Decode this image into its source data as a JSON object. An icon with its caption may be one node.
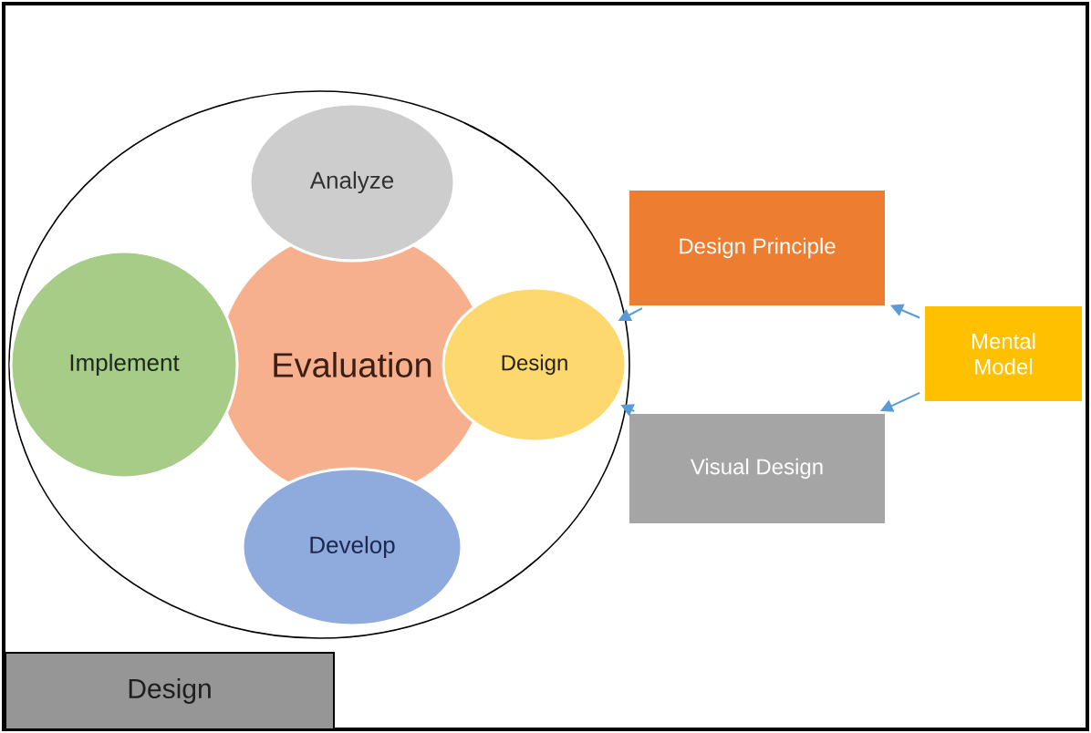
{
  "diagram": {
    "nodes": [
      {
        "text": [],
        "shape": "circle"
      },
      {
        "text": [
          "Evaluation"
        ],
        "in": 0
      },
      {
        "text": [
          "Analyze"
        ],
        "in": 0
      },
      {
        "text": [
          "Implement"
        ],
        "in": 0
      },
      {
        "text": [
          "Design"
        ],
        "in": 0
      },
      {
        "text": [
          "Develop"
        ],
        "in": 0
      },
      {
        "text": [
          "Design Principle"
        ]
      },
      {
        "text": [
          "Visual Design"
        ]
      },
      {
        "text": [
          "Mental Model"
        ]
      },
      {
        "text": [
          "Design"
        ]
      }
    ],
    "edges": [
      {
        "from": 6,
        "to": 4,
        "arrow": "to"
      },
      {
        "from": 7,
        "to": 4,
        "arrow": "to"
      },
      {
        "from": 8,
        "to": 6,
        "arrow": "to"
      },
      {
        "from": 8,
        "to": 7,
        "arrow": "to"
      }
    ]
  }
}
